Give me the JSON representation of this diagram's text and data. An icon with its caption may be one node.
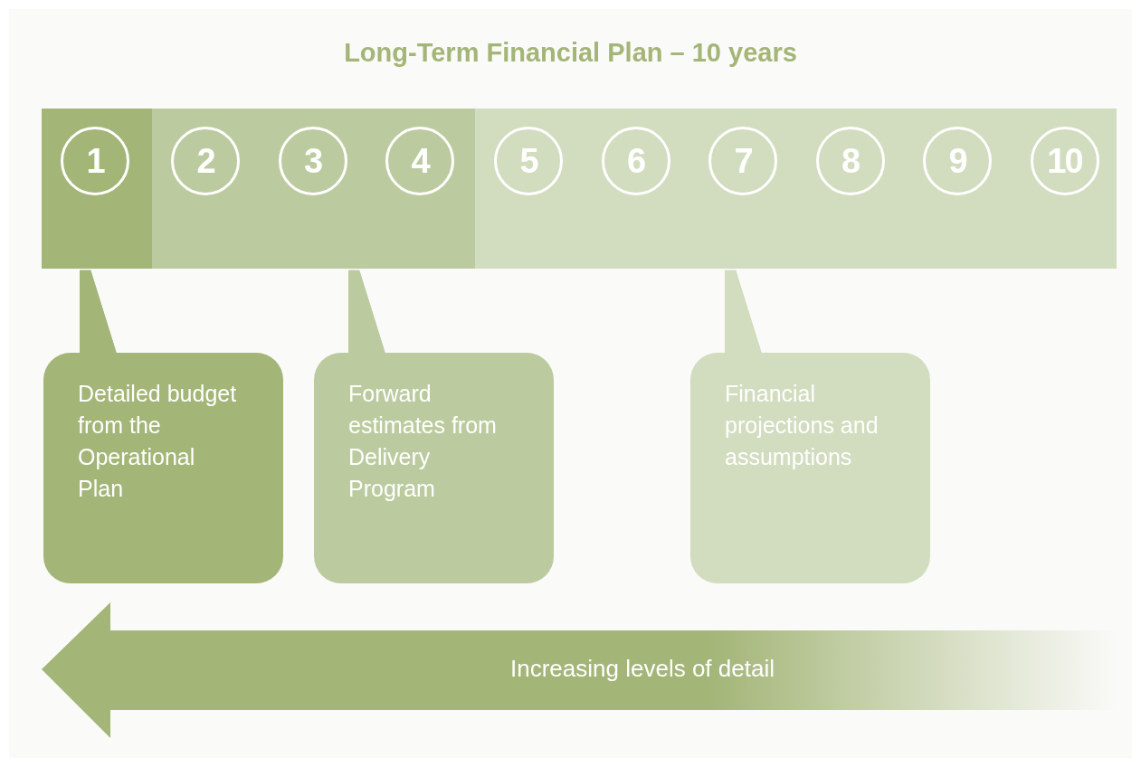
{
  "diagram": {
    "title": "Long-Term Financial Plan – 10 years",
    "nodes": [
      {
        "text": [],
        "shape": "box"
      },
      {
        "text": [],
        "shape": "box"
      },
      {
        "text": [],
        "shape": "box"
      },
      {
        "text": [
          "1"
        ],
        "in": 0
      },
      {
        "text": [
          "2"
        ],
        "in": 1
      },
      {
        "text": [
          "3"
        ],
        "in": 1
      },
      {
        "text": [
          "4"
        ],
        "in": 1
      },
      {
        "text": [
          "5"
        ],
        "in": 2
      },
      {
        "text": [
          "6"
        ],
        "in": 2
      },
      {
        "text": [
          "7"
        ],
        "in": 2
      },
      {
        "text": [
          "8"
        ],
        "in": 2
      },
      {
        "text": [
          "9"
        ],
        "in": 2
      },
      {
        "text": [
          "10"
        ],
        "in": 2
      },
      {
        "text": [
          "Detailed budget from the Operational Plan"
        ]
      },
      {
        "text": [
          "Forward estimates from Delivery Program"
        ]
      },
      {
        "text": [
          "Financial projections and assumptions"
        ]
      }
    ],
    "edges": [
      {
        "from": 13,
        "to": 0,
        "arrow": "none"
      },
      {
        "from": 14,
        "to": 1,
        "arrow": "none"
      },
      {
        "from": 15,
        "to": 2,
        "arrow": "none"
      }
    ],
    "labels": [
      "Increasing levels of detail"
    ]
  }
}
